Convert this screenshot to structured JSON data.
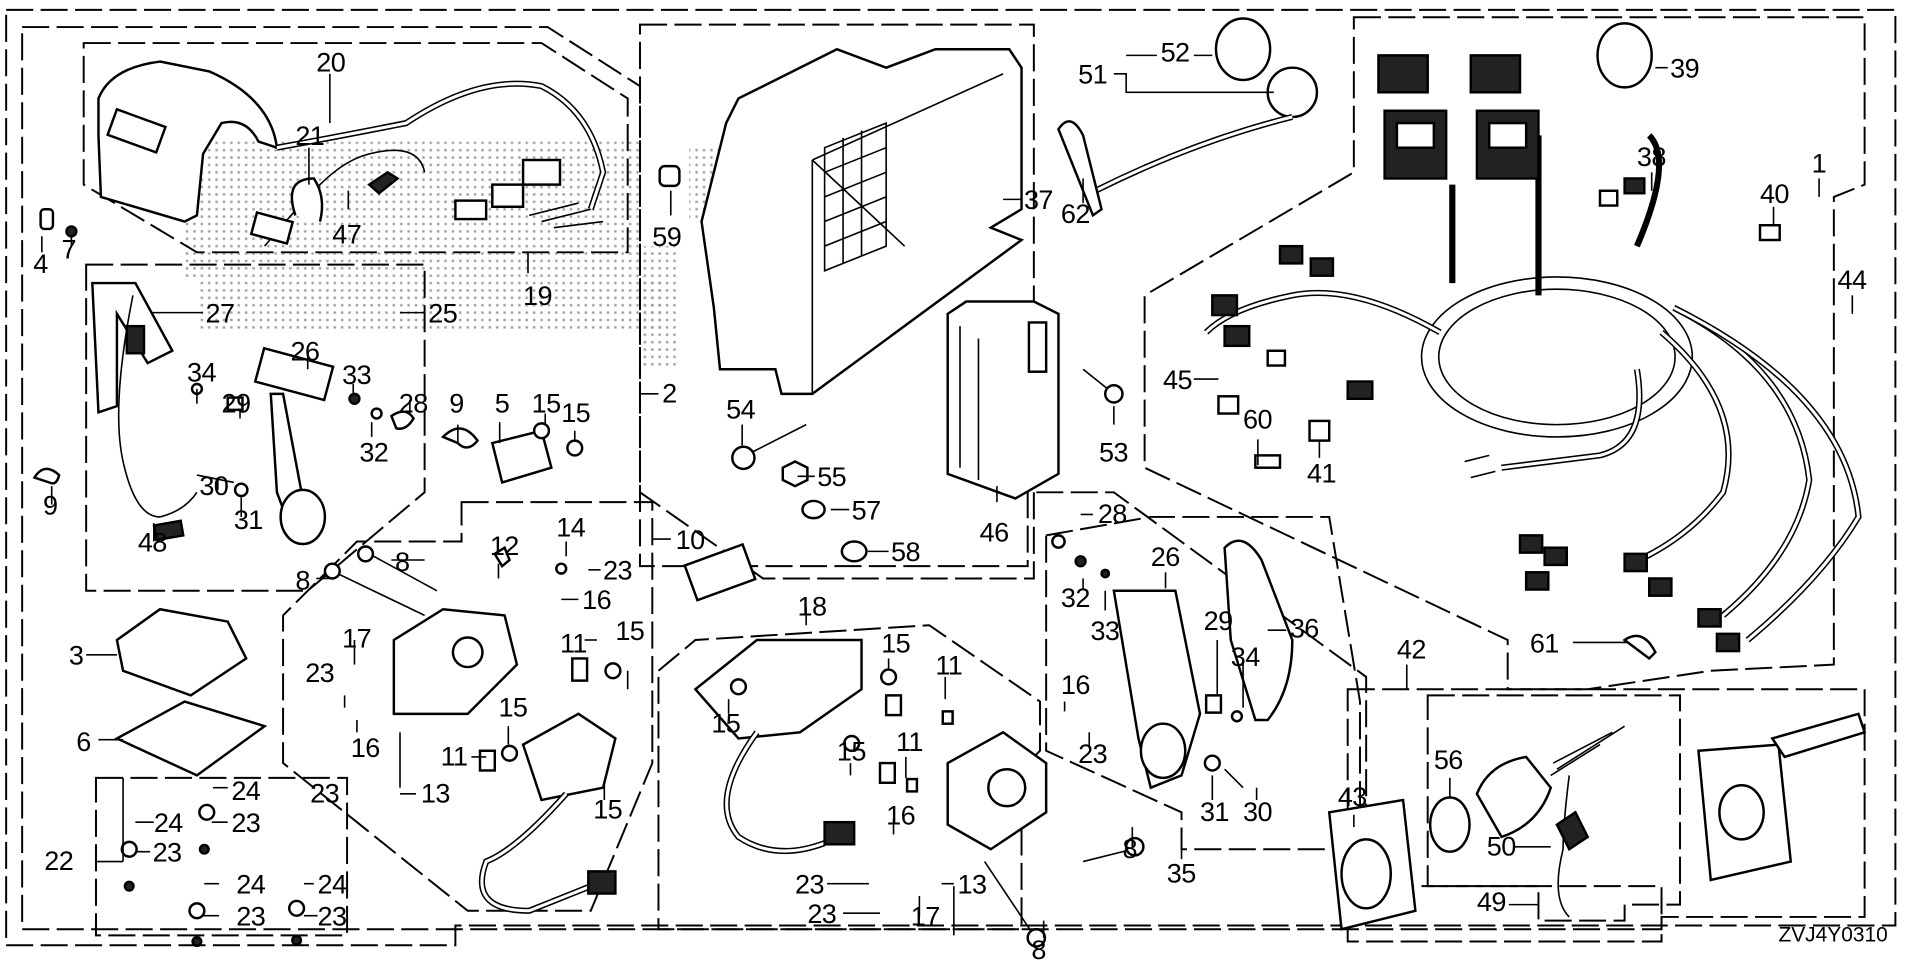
{
  "diagram": {
    "drawing_code": "ZVJ4Y0310",
    "watermark_visible": true,
    "callouts": [
      {
        "id": "c20",
        "text": "20",
        "part": "remote-control-box-cover"
      },
      {
        "id": "c21",
        "text": "21",
        "part": "clip"
      },
      {
        "id": "c47",
        "text": "47",
        "part": "sub-harness"
      },
      {
        "id": "c19",
        "text": "19",
        "part": "control-box-set"
      },
      {
        "id": "c4",
        "text": "4",
        "part": "clip-nut"
      },
      {
        "id": "c7",
        "text": "7",
        "part": "screw"
      },
      {
        "id": "c27",
        "text": "27",
        "part": "cover"
      },
      {
        "id": "c25",
        "text": "25",
        "part": "lever-set"
      },
      {
        "id": "c26a",
        "text": "26",
        "part": "lever"
      },
      {
        "id": "c34a",
        "text": "34",
        "part": "screw"
      },
      {
        "id": "c29a",
        "text": "29",
        "part": "plate"
      },
      {
        "id": "c33a",
        "text": "33",
        "part": "washer"
      },
      {
        "id": "c28a",
        "text": "28",
        "part": "clip"
      },
      {
        "id": "c32a",
        "text": "32",
        "part": "screw"
      },
      {
        "id": "c30a",
        "text": "30",
        "part": "screw"
      },
      {
        "id": "c31a",
        "text": "31",
        "part": "washer"
      },
      {
        "id": "c48",
        "text": "48",
        "part": "switch-harness"
      },
      {
        "id": "c9a",
        "text": "9",
        "part": "clip"
      },
      {
        "id": "c9b",
        "text": "9",
        "part": "clip"
      },
      {
        "id": "c5",
        "text": "5",
        "part": "stay"
      },
      {
        "id": "c15a",
        "text": "15",
        "part": "screw"
      },
      {
        "id": "c15b",
        "text": "15",
        "part": "screw"
      },
      {
        "id": "c59",
        "text": "59",
        "part": "clip"
      },
      {
        "id": "c37",
        "text": "37",
        "part": "bracket"
      },
      {
        "id": "c2",
        "text": "2",
        "part": "box-set"
      },
      {
        "id": "c54",
        "text": "54",
        "part": "bolt"
      },
      {
        "id": "c55",
        "text": "55",
        "part": "nut"
      },
      {
        "id": "c57",
        "text": "57",
        "part": "washer"
      },
      {
        "id": "c58",
        "text": "58",
        "part": "washer"
      },
      {
        "id": "c51",
        "text": "51",
        "part": "bushing-set"
      },
      {
        "id": "c52",
        "text": "52",
        "part": "bushing"
      },
      {
        "id": "c62",
        "text": "62",
        "part": "band"
      },
      {
        "id": "c46",
        "text": "46",
        "part": "control-unit"
      },
      {
        "id": "c53",
        "text": "53",
        "part": "bolt"
      },
      {
        "id": "c39",
        "text": "39",
        "part": "cap"
      },
      {
        "id": "c38",
        "text": "38",
        "part": "cap"
      },
      {
        "id": "c1",
        "text": "1",
        "part": "main-harness-set"
      },
      {
        "id": "c40",
        "text": "40",
        "part": "cap"
      },
      {
        "id": "c44",
        "text": "44",
        "part": "harness"
      },
      {
        "id": "c45",
        "text": "45",
        "part": "cap"
      },
      {
        "id": "c60",
        "text": "60",
        "part": "clip"
      },
      {
        "id": "c41",
        "text": "41",
        "part": "cap"
      },
      {
        "id": "c61",
        "text": "61",
        "part": "band"
      },
      {
        "id": "c10",
        "text": "10",
        "part": "sensor-set"
      },
      {
        "id": "c8a",
        "text": "8",
        "part": "bolt"
      },
      {
        "id": "c8b",
        "text": "8",
        "part": "bolt"
      },
      {
        "id": "c12",
        "text": "12",
        "part": "clip"
      },
      {
        "id": "c14",
        "text": "14",
        "part": "screw"
      },
      {
        "id": "c23a",
        "text": "23",
        "part": "nut"
      },
      {
        "id": "c16a",
        "text": "16",
        "part": "spring"
      },
      {
        "id": "c17a",
        "text": "17",
        "part": "spring"
      },
      {
        "id": "c23b",
        "text": "23",
        "part": "nut"
      },
      {
        "id": "c16b",
        "text": "16",
        "part": "spring"
      },
      {
        "id": "c23c",
        "text": "23",
        "part": "nut"
      },
      {
        "id": "c11a",
        "text": "11",
        "part": "nut"
      },
      {
        "id": "c15c",
        "text": "15",
        "part": "screw"
      },
      {
        "id": "c15d",
        "text": "15",
        "part": "screw"
      },
      {
        "id": "c11b",
        "text": "11",
        "part": "nut"
      },
      {
        "id": "c13a",
        "text": "13",
        "part": "bolt"
      },
      {
        "id": "c15e",
        "text": "15",
        "part": "screw"
      },
      {
        "id": "c3",
        "text": "3",
        "part": "base"
      },
      {
        "id": "c6",
        "text": "6",
        "part": "gasket"
      },
      {
        "id": "c22",
        "text": "22",
        "part": "hardware-set"
      },
      {
        "id": "c24a",
        "text": "24",
        "part": "washer"
      },
      {
        "id": "c24b",
        "text": "24",
        "part": "washer"
      },
      {
        "id": "c23d",
        "text": "23",
        "part": "nut"
      },
      {
        "id": "c23e",
        "text": "23",
        "part": "nut"
      },
      {
        "id": "c24c",
        "text": "24",
        "part": "washer"
      },
      {
        "id": "c24d",
        "text": "24",
        "part": "washer"
      },
      {
        "id": "c23f",
        "text": "23",
        "part": "nut"
      },
      {
        "id": "c23g",
        "text": "23",
        "part": "nut"
      },
      {
        "id": "c18",
        "text": "18",
        "part": "sensor-set"
      },
      {
        "id": "c15f",
        "text": "15",
        "part": "screw"
      },
      {
        "id": "c15g",
        "text": "15",
        "part": "screw"
      },
      {
        "id": "c11c",
        "text": "11",
        "part": "nut"
      },
      {
        "id": "c11d",
        "text": "11",
        "part": "nut"
      },
      {
        "id": "c15h",
        "text": "15",
        "part": "screw"
      },
      {
        "id": "c16c",
        "text": "16",
        "part": "spring"
      },
      {
        "id": "c23h",
        "text": "23",
        "part": "nut"
      },
      {
        "id": "c16d",
        "text": "16",
        "part": "spring"
      },
      {
        "id": "c23i",
        "text": "23",
        "part": "nut"
      },
      {
        "id": "c23j",
        "text": "23",
        "part": "nut"
      },
      {
        "id": "c17b",
        "text": "17",
        "part": "spring"
      },
      {
        "id": "c13b",
        "text": "13",
        "part": "bolt"
      },
      {
        "id": "c8c",
        "text": "8",
        "part": "bolt"
      },
      {
        "id": "c8d",
        "text": "8",
        "part": "bolt"
      },
      {
        "id": "c28b",
        "text": "28",
        "part": "clip"
      },
      {
        "id": "c26b",
        "text": "26",
        "part": "lever"
      },
      {
        "id": "c32b",
        "text": "32",
        "part": "screw"
      },
      {
        "id": "c33b",
        "text": "33",
        "part": "washer"
      },
      {
        "id": "c29b",
        "text": "29",
        "part": "plate"
      },
      {
        "id": "c34b",
        "text": "34",
        "part": "screw"
      },
      {
        "id": "c36",
        "text": "36",
        "part": "lever-grip"
      },
      {
        "id": "c31b",
        "text": "31",
        "part": "washer"
      },
      {
        "id": "c30b",
        "text": "30",
        "part": "screw"
      },
      {
        "id": "c35",
        "text": "35",
        "part": "lever-set"
      },
      {
        "id": "c42",
        "text": "42",
        "part": "switch-set"
      },
      {
        "id": "c43",
        "text": "43",
        "part": "panel"
      },
      {
        "id": "c56",
        "text": "56",
        "part": "nut"
      },
      {
        "id": "c50",
        "text": "50",
        "part": "lanyard"
      },
      {
        "id": "c49",
        "text": "49",
        "part": "switch-assembly"
      }
    ]
  }
}
